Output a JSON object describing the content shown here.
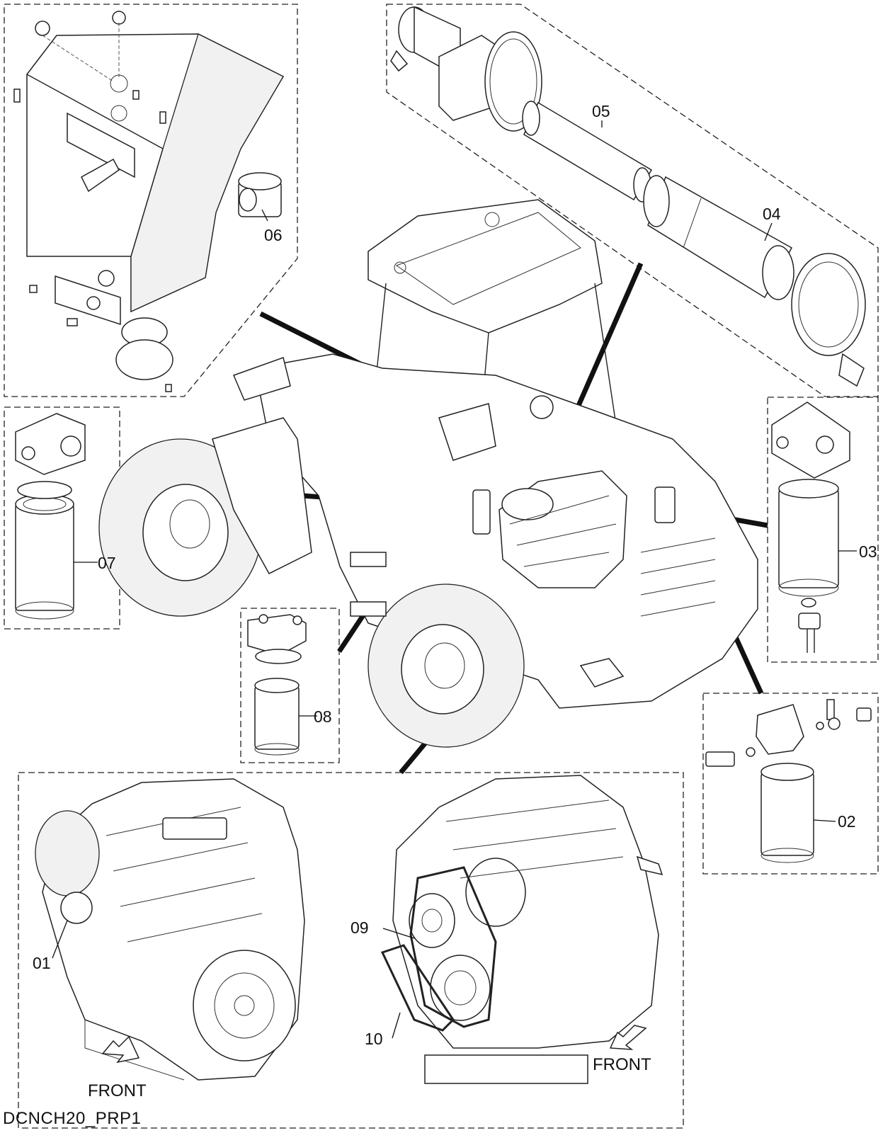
{
  "diagram": {
    "document_id": "DCNCH20_PRP1",
    "front_label_left": "FRONT",
    "front_label_right": "FRONT",
    "callouts": {
      "c01": "01",
      "c02": "02",
      "c03": "03",
      "c04": "04",
      "c05": "05",
      "c06": "06",
      "c07": "07",
      "c08": "08",
      "c09": "09",
      "c10": "10"
    }
  }
}
